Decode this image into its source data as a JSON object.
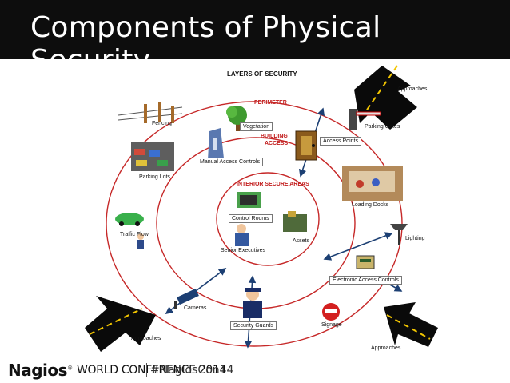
{
  "slide": {
    "title": "Components of Physical Security"
  },
  "diagram": {
    "heading": "LAYERS OF SECURITY",
    "zones": {
      "perimeter": "PERIMETER",
      "building_access_line1": "BUILDING",
      "building_access_line2": "ACCESS",
      "interior": "INTERIOR SECURE AREAS"
    },
    "labels": {
      "approaches_top_right": "Approaches",
      "approaches_bottom_left": "Approaches",
      "approaches_bottom_right": "Approaches",
      "fencing": "Fencing",
      "vegetation": "Vegetation",
      "parking_gates": "Parking Gates",
      "access_points": "Access Points",
      "manual_access_controls": "Manual Access Controls",
      "parking_lots": "Parking Lots",
      "loading_docks": "Loading Docks",
      "control_rooms": "Control Rooms",
      "assets": "Assets",
      "senior_executives": "Senior Executives",
      "traffic_flow": "Traffic Flow",
      "lighting": "Lighting",
      "electronic_access_controls": "Electronic Access Controls",
      "cameras": "Cameras",
      "security_guards": "Security Guards",
      "signage": "Signage"
    },
    "colors": {
      "ring": "#c62828",
      "arrow_body": "#0a0a0a",
      "arrow_dash": "#f2c500",
      "connector": "#1c3f73"
    }
  },
  "footer": {
    "logo": "Nagios",
    "registered": "®",
    "conference": "WORLD CONFERENCE 2014",
    "hashtag": "#NagiosCon14"
  }
}
